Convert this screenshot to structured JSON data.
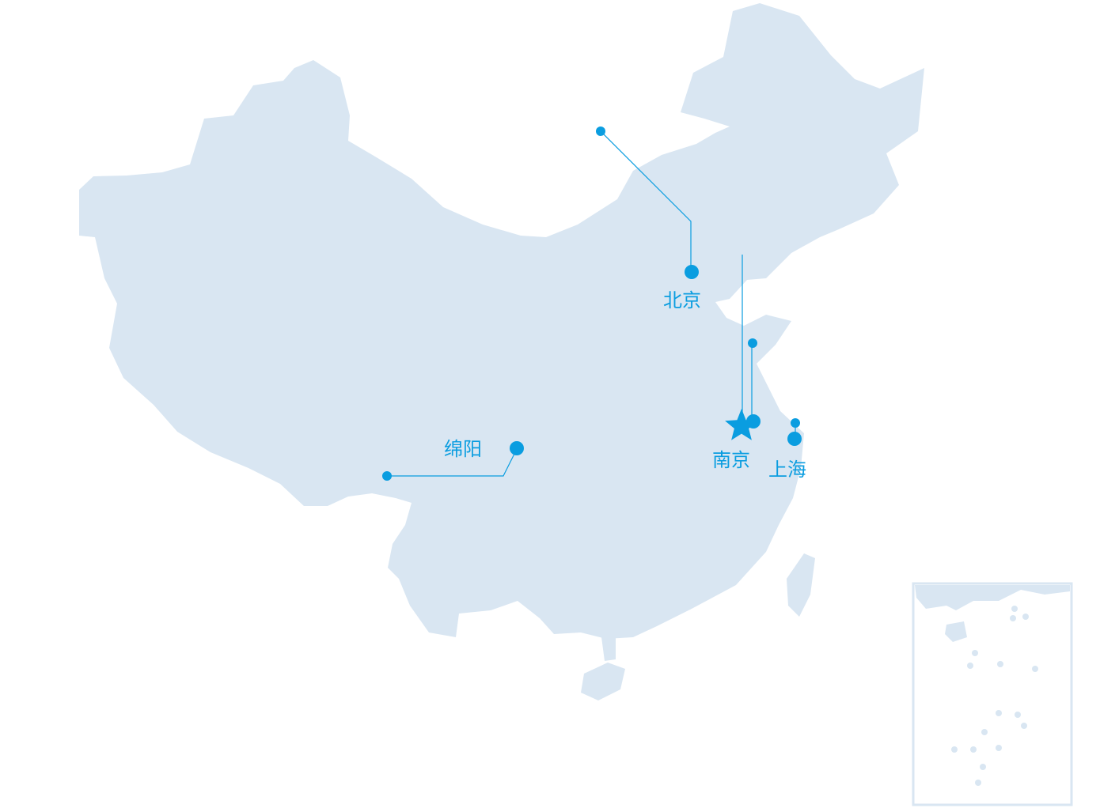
{
  "colors": {
    "land": "#d9e6f2",
    "inset_border": "#d9e6f2",
    "marker": "#0a9de0",
    "leader_line": "#0a9de0",
    "label": "#0a9de0",
    "background": "#ffffff"
  },
  "cities": [
    {
      "id": "beijing",
      "name": "北京",
      "symbol": "dot"
    },
    {
      "id": "nanjing",
      "name": "南京",
      "symbol": "star"
    },
    {
      "id": "shanghai",
      "name": "上海",
      "symbol": "dot"
    },
    {
      "id": "mianyang",
      "name": "绵阳",
      "symbol": "dot"
    }
  ],
  "inset": {
    "description_icon": "south-china-sea-islands-inset"
  }
}
